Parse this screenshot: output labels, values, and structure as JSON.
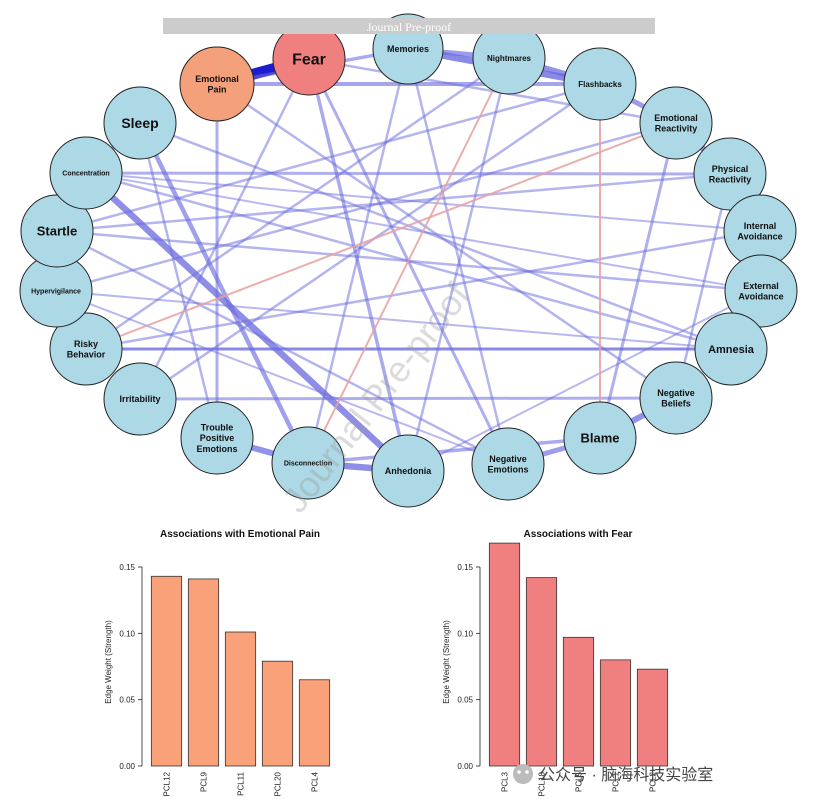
{
  "banner": {
    "text": "Journal Pre-proof"
  },
  "watermark": {
    "text": "Journal Pre-proof"
  },
  "footer": {
    "text": "公众号 · 脑海科技实验室"
  },
  "colors": {
    "node_default": "#ADD8E6",
    "node_emotional_pain": "#F4A07A",
    "node_fear": "#F08080",
    "edge_positive": "#6B6BE0",
    "edge_negative": "#E8A0A0",
    "bar_emotional_pain": "#F9A178",
    "bar_fear": "#F08080",
    "banner_bg": "#CCCCCC"
  },
  "network": {
    "nodes": [
      {
        "id": "fear",
        "label": "Fear",
        "color": "node_fear"
      },
      {
        "id": "memories",
        "label": "Memories",
        "color": "node_default"
      },
      {
        "id": "nightmares",
        "label": "Nightmares",
        "color": "node_default"
      },
      {
        "id": "flashbacks",
        "label": "Flashbacks",
        "color": "node_default"
      },
      {
        "id": "emo_react",
        "label": "Emotional\nReactivity",
        "color": "node_default"
      },
      {
        "id": "phys_react",
        "label": "Physical\nReactivity",
        "color": "node_default"
      },
      {
        "id": "int_avoid",
        "label": "Internal\nAvoidance",
        "color": "node_default"
      },
      {
        "id": "ext_avoid",
        "label": "External\nAvoidance",
        "color": "node_default"
      },
      {
        "id": "amnesia",
        "label": "Amnesia",
        "color": "node_default"
      },
      {
        "id": "neg_beliefs",
        "label": "Negative\nBeliefs",
        "color": "node_default"
      },
      {
        "id": "blame",
        "label": "Blame",
        "color": "node_default"
      },
      {
        "id": "neg_emotions",
        "label": "Negative\nEmotions",
        "color": "node_default"
      },
      {
        "id": "anhedonia",
        "label": "Anhedonia",
        "color": "node_default"
      },
      {
        "id": "disconnection",
        "label": "Disconnection",
        "color": "node_default"
      },
      {
        "id": "trouble_pos",
        "label": "Trouble\nPositive\nEmotions",
        "color": "node_default"
      },
      {
        "id": "irritability",
        "label": "Irritability",
        "color": "node_default"
      },
      {
        "id": "risky",
        "label": "Risky\nBehavior",
        "color": "node_default"
      },
      {
        "id": "hypervig",
        "label": "Hypervigilance",
        "color": "node_default"
      },
      {
        "id": "startle",
        "label": "Startle",
        "color": "node_default"
      },
      {
        "id": "concentration",
        "label": "Concentration",
        "color": "node_default"
      },
      {
        "id": "sleep",
        "label": "Sleep",
        "color": "node_default"
      },
      {
        "id": "emo_pain",
        "label": "Emotional\nPain",
        "color": "node_emotional_pain"
      }
    ],
    "edges": [
      {
        "from": "emo_pain",
        "to": "fear",
        "weight": 0.22,
        "sign": "pos"
      },
      {
        "from": "memories",
        "to": "flashbacks",
        "weight": 0.14,
        "sign": "pos"
      },
      {
        "from": "memories",
        "to": "nightmares",
        "weight": 0.1,
        "sign": "pos"
      },
      {
        "from": "nightmares",
        "to": "flashbacks",
        "weight": 0.12,
        "sign": "pos"
      },
      {
        "from": "flashbacks",
        "to": "emo_react",
        "weight": 0.1,
        "sign": "pos"
      },
      {
        "from": "emo_react",
        "to": "phys_react",
        "weight": 0.12,
        "sign": "pos"
      },
      {
        "from": "int_avoid",
        "to": "ext_avoid",
        "weight": 0.14,
        "sign": "pos"
      },
      {
        "from": "neg_beliefs",
        "to": "blame",
        "weight": 0.12,
        "sign": "pos"
      },
      {
        "from": "blame",
        "to": "neg_emotions",
        "weight": 0.1,
        "sign": "pos"
      },
      {
        "from": "disconnection",
        "to": "trouble_pos",
        "weight": 0.12,
        "sign": "pos"
      },
      {
        "from": "disconnection",
        "to": "anhedonia",
        "weight": 0.13,
        "sign": "pos"
      },
      {
        "from": "startle",
        "to": "hypervig",
        "weight": 0.12,
        "sign": "pos"
      },
      {
        "from": "sleep",
        "to": "concentration",
        "weight": 0.08,
        "sign": "pos"
      },
      {
        "from": "concentration",
        "to": "anhedonia",
        "weight": 0.13,
        "sign": "pos"
      },
      {
        "from": "sleep",
        "to": "disconnection",
        "weight": 0.09,
        "sign": "pos"
      },
      {
        "from": "emo_pain",
        "to": "memories",
        "weight": 0.07,
        "sign": "pos"
      },
      {
        "from": "emo_pain",
        "to": "flashbacks",
        "weight": 0.08,
        "sign": "pos"
      },
      {
        "from": "emo_pain",
        "to": "trouble_pos",
        "weight": 0.06,
        "sign": "pos"
      },
      {
        "from": "emo_pain",
        "to": "neg_beliefs",
        "weight": 0.05,
        "sign": "pos"
      },
      {
        "from": "fear",
        "to": "anhedonia",
        "weight": 0.07,
        "sign": "pos"
      },
      {
        "from": "fear",
        "to": "emo_react",
        "weight": 0.05,
        "sign": "pos"
      },
      {
        "from": "fear",
        "to": "irritability",
        "weight": 0.05,
        "sign": "pos"
      },
      {
        "from": "fear",
        "to": "neg_emotions",
        "weight": 0.06,
        "sign": "pos"
      },
      {
        "from": "memories",
        "to": "disconnection",
        "weight": 0.05,
        "sign": "pos"
      },
      {
        "from": "nightmares",
        "to": "risky",
        "weight": 0.05,
        "sign": "pos"
      },
      {
        "from": "flashbacks",
        "to": "startle",
        "weight": 0.05,
        "sign": "pos"
      },
      {
        "from": "emo_react",
        "to": "hypervig",
        "weight": 0.05,
        "sign": "pos"
      },
      {
        "from": "phys_react",
        "to": "concentration",
        "weight": 0.06,
        "sign": "pos"
      },
      {
        "from": "phys_react",
        "to": "startle",
        "weight": 0.05,
        "sign": "pos"
      },
      {
        "from": "int_avoid",
        "to": "risky",
        "weight": 0.05,
        "sign": "pos"
      },
      {
        "from": "ext_avoid",
        "to": "concentration",
        "weight": 0.04,
        "sign": "pos"
      },
      {
        "from": "amnesia",
        "to": "risky",
        "weight": 0.06,
        "sign": "pos"
      },
      {
        "from": "amnesia",
        "to": "concentration",
        "weight": 0.05,
        "sign": "pos"
      },
      {
        "from": "amnesia",
        "to": "sleep",
        "weight": 0.05,
        "sign": "pos"
      },
      {
        "from": "neg_beliefs",
        "to": "irritability",
        "weight": 0.06,
        "sign": "pos"
      },
      {
        "from": "neg_beliefs",
        "to": "phys_react",
        "weight": 0.05,
        "sign": "pos"
      },
      {
        "from": "blame",
        "to": "disconnection",
        "weight": 0.07,
        "sign": "pos"
      },
      {
        "from": "blame",
        "to": "emo_react",
        "weight": 0.06,
        "sign": "pos"
      },
      {
        "from": "neg_emotions",
        "to": "startle",
        "weight": 0.05,
        "sign": "pos"
      },
      {
        "from": "neg_emotions",
        "to": "memories",
        "weight": 0.05,
        "sign": "pos"
      },
      {
        "from": "anhedonia",
        "to": "nightmares",
        "weight": 0.05,
        "sign": "pos"
      },
      {
        "from": "anhedonia",
        "to": "ext_avoid",
        "weight": 0.04,
        "sign": "pos"
      },
      {
        "from": "trouble_pos",
        "to": "sleep",
        "weight": 0.05,
        "sign": "pos"
      },
      {
        "from": "irritability",
        "to": "flashbacks",
        "weight": 0.05,
        "sign": "pos"
      },
      {
        "from": "risky",
        "to": "amnesia",
        "weight": 0.06,
        "sign": "pos"
      },
      {
        "from": "hypervig",
        "to": "neg_emotions",
        "weight": 0.04,
        "sign": "pos"
      },
      {
        "from": "hypervig",
        "to": "amnesia",
        "weight": 0.04,
        "sign": "pos"
      },
      {
        "from": "startle",
        "to": "ext_avoid",
        "weight": 0.05,
        "sign": "pos"
      },
      {
        "from": "concentration",
        "to": "int_avoid",
        "weight": 0.04,
        "sign": "pos"
      },
      {
        "from": "risky",
        "to": "emo_react",
        "weight": 0.04,
        "sign": "neg"
      },
      {
        "from": "nightmares",
        "to": "disconnection",
        "weight": 0.03,
        "sign": "neg"
      },
      {
        "from": "flashbacks",
        "to": "blame",
        "weight": 0.03,
        "sign": "neg"
      }
    ]
  },
  "chart_data": [
    {
      "type": "bar",
      "title": "Associations with Emotional Pain",
      "ylabel": "Edge Weight (Strength)",
      "xlabel": "",
      "categories": [
        "PCL12",
        "PCL9",
        "PCL11",
        "PCL20",
        "PCL4"
      ],
      "values": [
        0.143,
        0.141,
        0.101,
        0.079,
        0.065
      ],
      "ylim": [
        0,
        0.15
      ],
      "yticks": [
        "0.00",
        "0.05",
        "0.10",
        "0.15"
      ],
      "color": "bar_emotional_pain",
      "grid": false,
      "legend": "none"
    },
    {
      "type": "bar",
      "title": "Associations with Fear",
      "ylabel": "Edge Weight (Strength)",
      "xlabel": "",
      "categories": [
        "PCL3",
        "PCL18",
        "PCL5",
        "PCL1",
        "PCL2"
      ],
      "values": [
        0.168,
        0.142,
        0.097,
        0.08,
        0.073
      ],
      "ylim": [
        0,
        0.15
      ],
      "yticks": [
        "0.00",
        "0.05",
        "0.10",
        "0.15"
      ],
      "color": "bar_fear",
      "grid": false,
      "legend": "none"
    }
  ]
}
